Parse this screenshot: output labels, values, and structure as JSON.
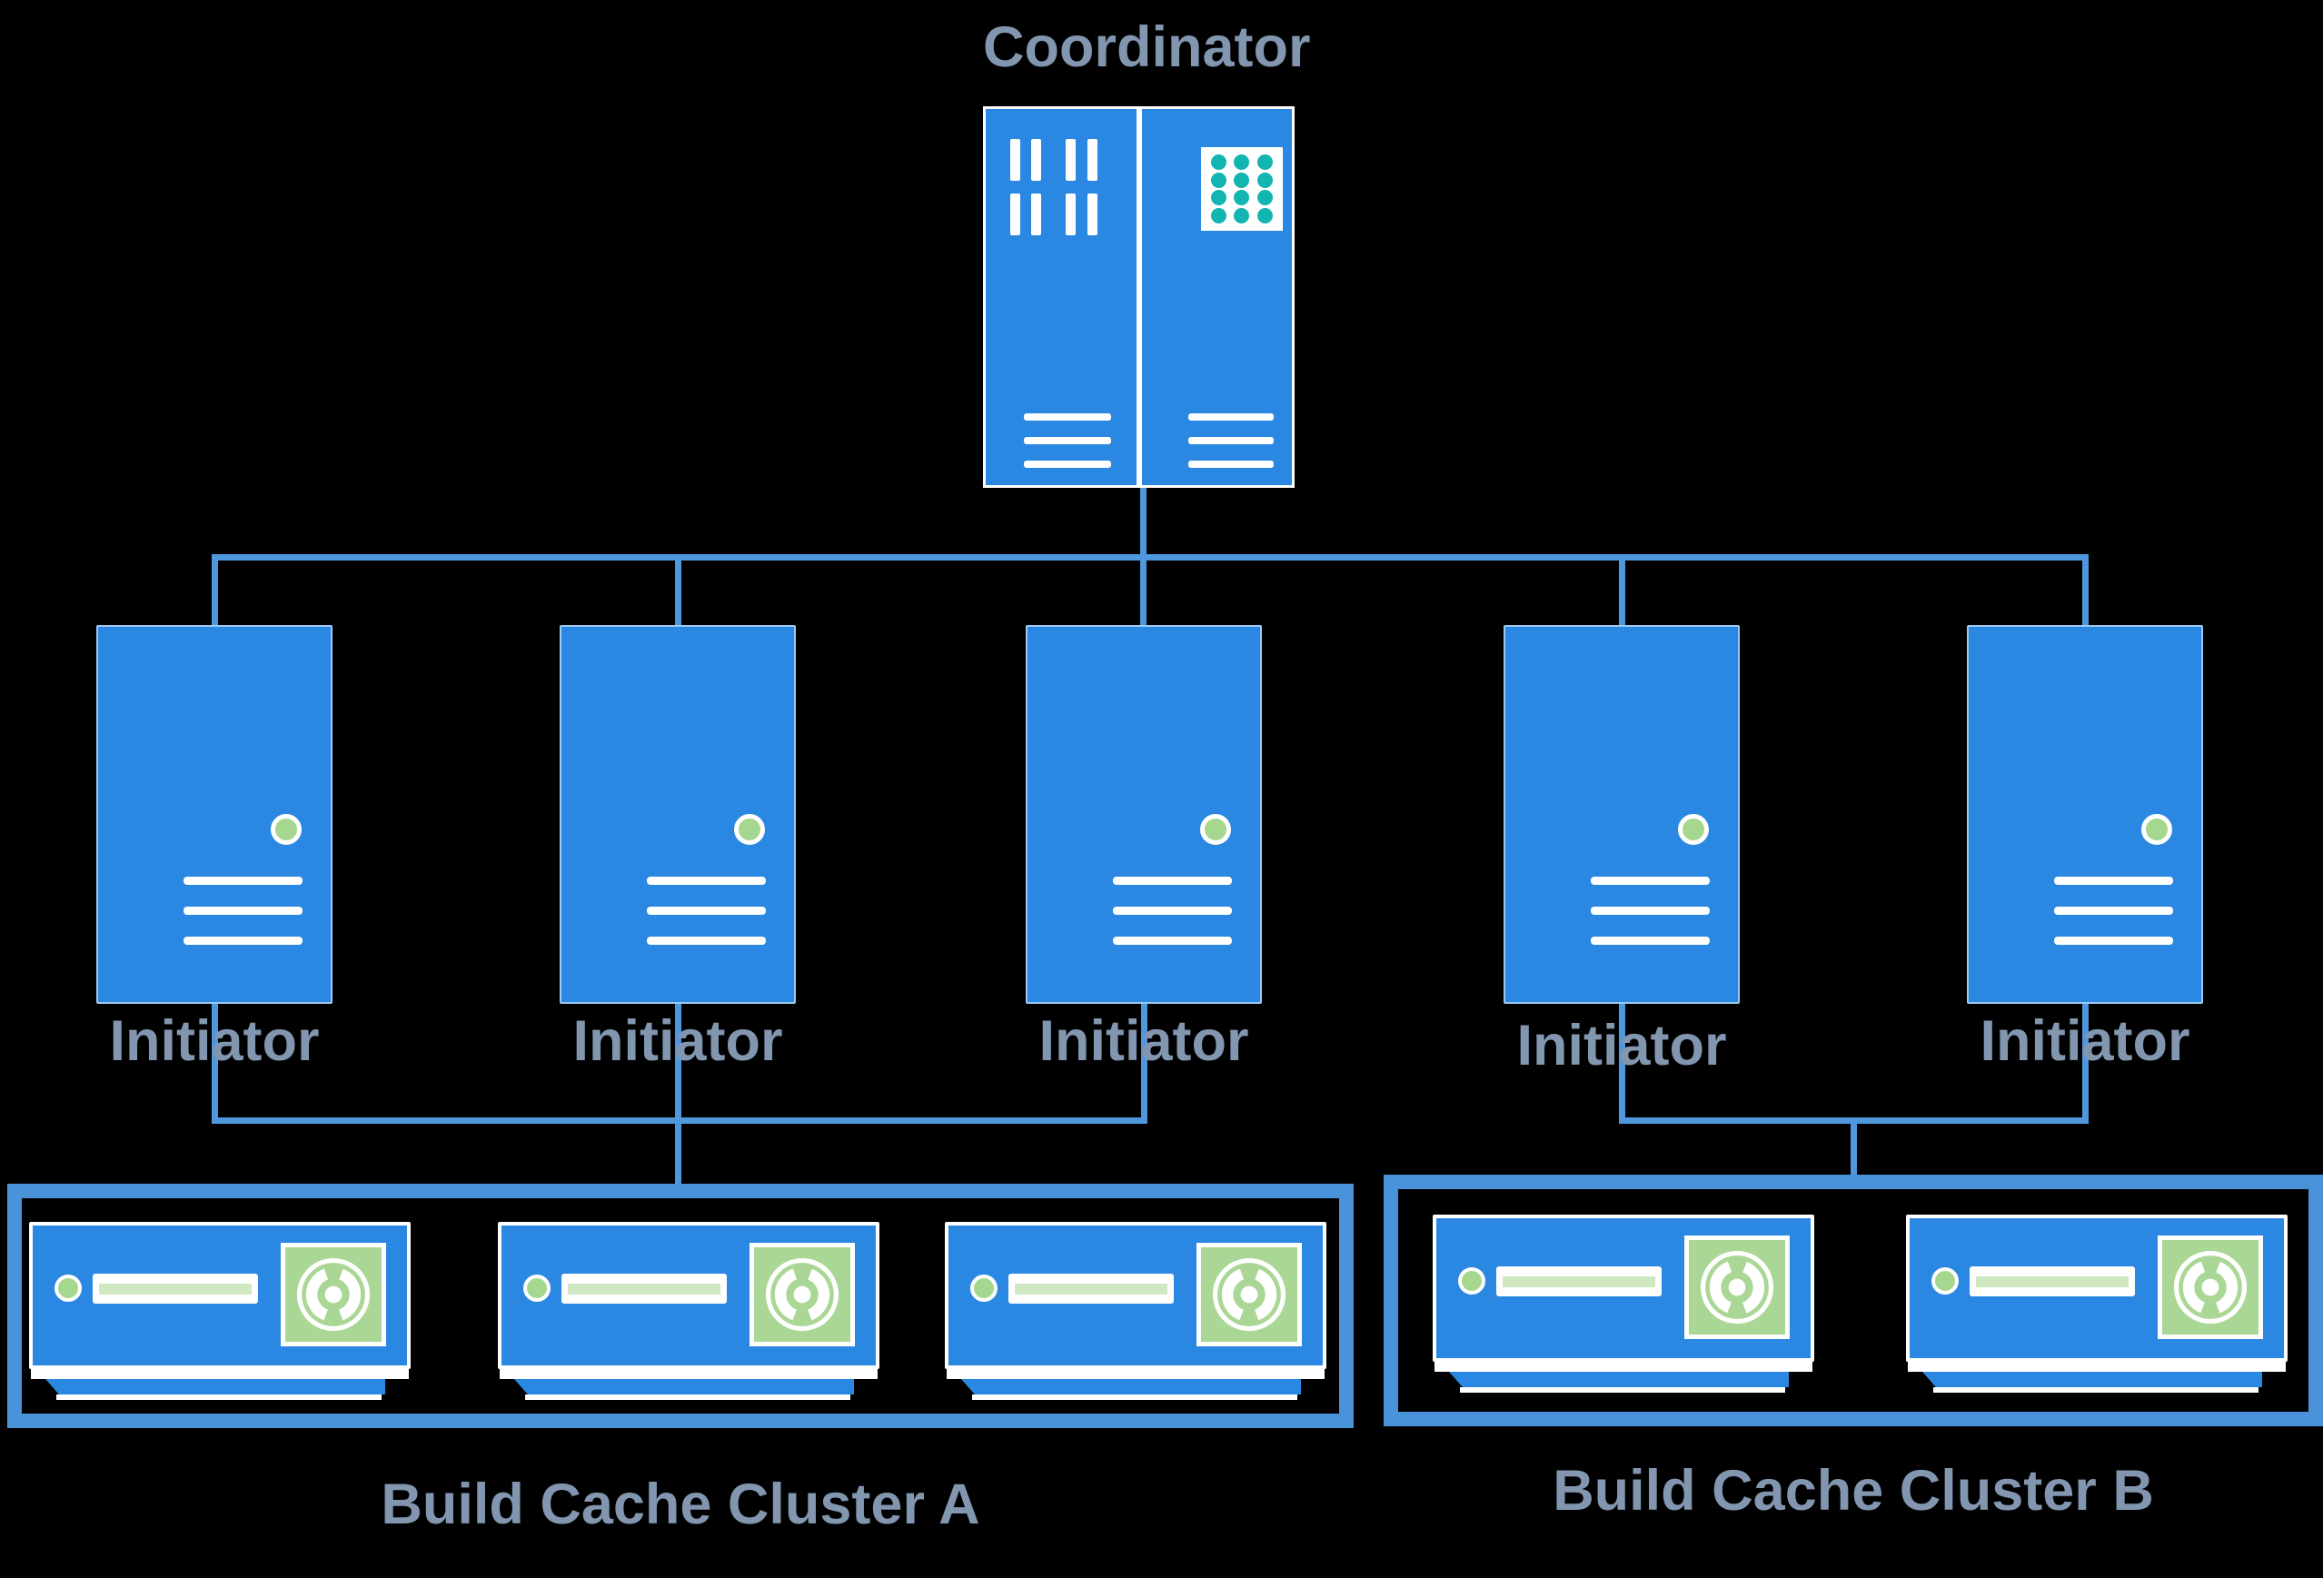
{
  "diagram": {
    "coordinator": {
      "label": "Coordinator"
    },
    "initiators": [
      {
        "label": "Initiator"
      },
      {
        "label": "Initiator"
      },
      {
        "label": "Initiator"
      },
      {
        "label": "Initiator"
      },
      {
        "label": "Initiator"
      }
    ],
    "clusters": [
      {
        "label": "Build Cache Cluster A",
        "device_count": 3
      },
      {
        "label": "Build Cache Cluster B",
        "device_count": 2
      }
    ],
    "colors": {
      "background": "#000000",
      "node_blue": "#2b88e2",
      "line_blue": "#4f98de",
      "cluster_border": "#4a93da",
      "label_text": "#8296b0",
      "led_green": "#a6d78f",
      "panel_green": "#abd796",
      "dot_teal": "#12b5b0"
    }
  }
}
